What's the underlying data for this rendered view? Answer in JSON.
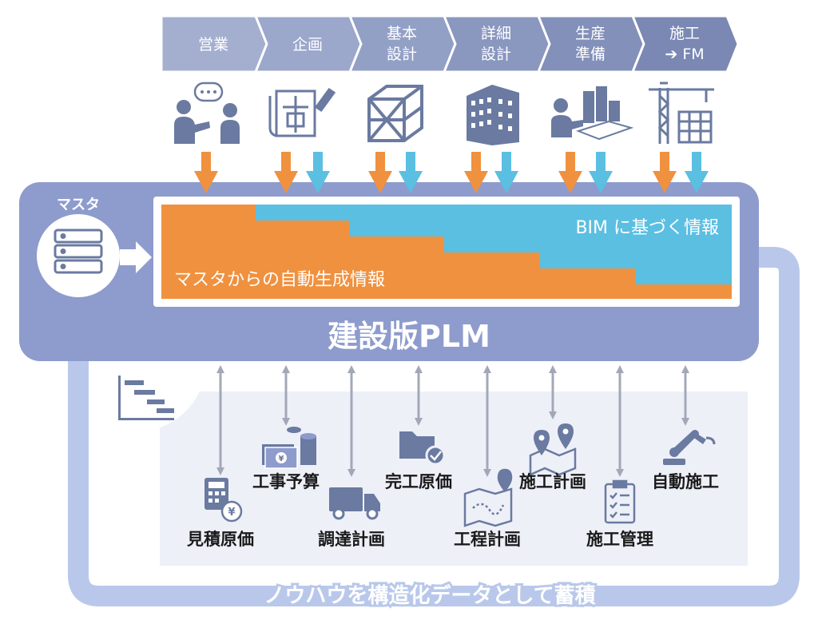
{
  "phases": [
    {
      "line1": "営業",
      "line2": ""
    },
    {
      "line1": "企画",
      "line2": ""
    },
    {
      "line1": "基本",
      "line2": "設計"
    },
    {
      "line1": "詳細",
      "line2": "設計"
    },
    {
      "line1": "生産",
      "line2": "準備"
    },
    {
      "line1": "施工",
      "line2": "➔ FM"
    }
  ],
  "phase_icons": [
    "meeting-icon",
    "drafting-icon",
    "structure-frame-icon",
    "office-building-icon",
    "city-planning-icon",
    "construction-crane-icon"
  ],
  "master_label": "マスタ",
  "bim_label": "BIM に基づく情報",
  "auto_label": "マスタからの自動生成情報",
  "plm_title": "建設版PLM",
  "loop_label": "ノウハウを構造化データとして蓄積",
  "apps": [
    {
      "label": "見積原価",
      "icon": "calculator-yen-icon"
    },
    {
      "label": "工事予算",
      "icon": "money-coins-icon"
    },
    {
      "label": "調達計画",
      "icon": "delivery-truck-icon"
    },
    {
      "label": "完工原価",
      "icon": "folder-check-icon"
    },
    {
      "label": "工程計画",
      "icon": "route-map-icon"
    },
    {
      "label": "施工計画",
      "icon": "map-pins-icon"
    },
    {
      "label": "施工管理",
      "icon": "clipboard-checklist-icon"
    },
    {
      "label": "自動施工",
      "icon": "robot-arm-icon"
    }
  ],
  "colors": {
    "banner": "#a4afd0",
    "banner_dark": "#7f8bb5",
    "plm": "#8e9bcd",
    "orange": "#f0913f",
    "cyan": "#5bbfe2",
    "loop": "#b9c8ea",
    "panel": "#eef0f8",
    "icon": "#6a7aa0"
  }
}
